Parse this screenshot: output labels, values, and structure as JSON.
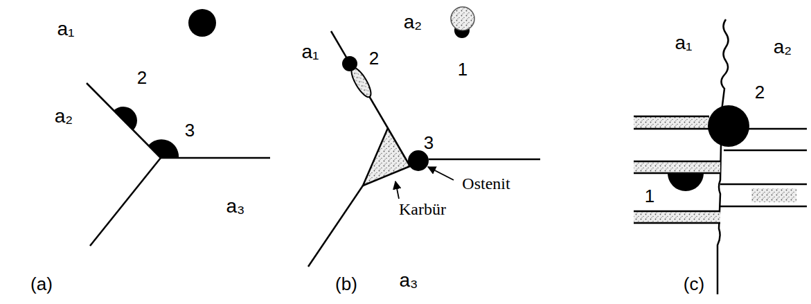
{
  "diagram": {
    "labels": [
      "a₁",
      "2",
      "a₂",
      "3",
      "a₃",
      "a₂",
      "a₁",
      "2",
      "1",
      "3",
      "Ostenit",
      "Karbür",
      "a₃",
      "a₁",
      "a₂",
      "2",
      "1",
      "(a)",
      "(b)",
      "(c)"
    ]
  }
}
